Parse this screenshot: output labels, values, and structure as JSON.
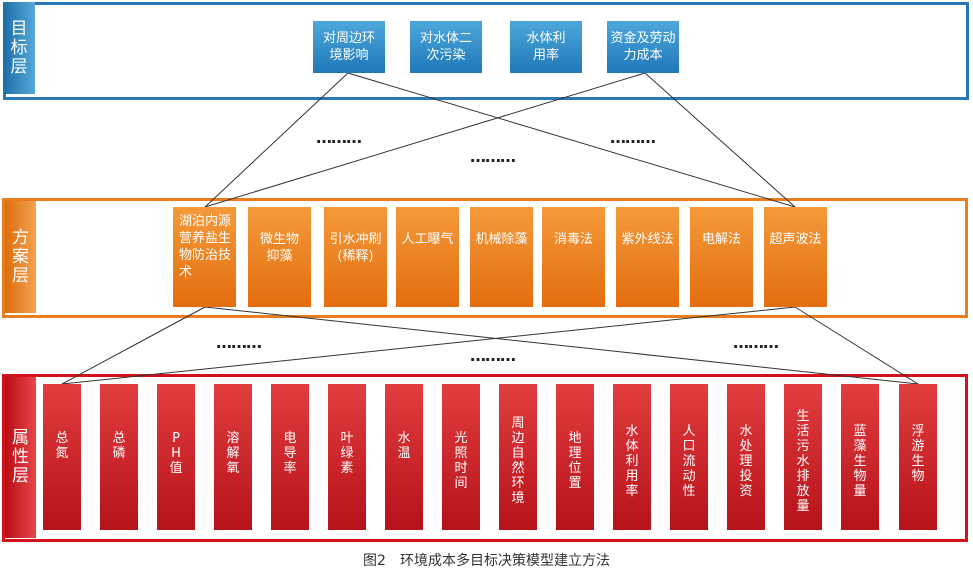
{
  "layers": {
    "goal": "目标层",
    "scheme": "方案层",
    "attribute": "属性层"
  },
  "goals": [
    "对周边环境影响",
    "对水体二次污染",
    "水体利用率",
    "资金及劳动力成本"
  ],
  "schemes": [
    "湖泊内源营养盐生物防治技术",
    "微生物抑藻",
    "引水冲刷(稀释)",
    "人工曝气",
    "机械除藻",
    "消毒法",
    "紫外线法",
    "电解法",
    "超声波法"
  ],
  "attributes": [
    "总氮",
    "总磷",
    "PH值",
    "溶解氧",
    "电导率",
    "叶绿素",
    "水温",
    "光照时间",
    "周边自然环境",
    "地理位置",
    "水体利用率",
    "人口流动性",
    "水处理投资",
    "生活污水排放量",
    "蓝藻生物量",
    "浮游生物"
  ],
  "ellipsis": "………",
  "caption": "图2　环境成本多目标决策模型建立方法",
  "colors": {
    "goal": "#2a77b5",
    "scheme": "#e87d1e",
    "attribute": "#d2131b"
  }
}
